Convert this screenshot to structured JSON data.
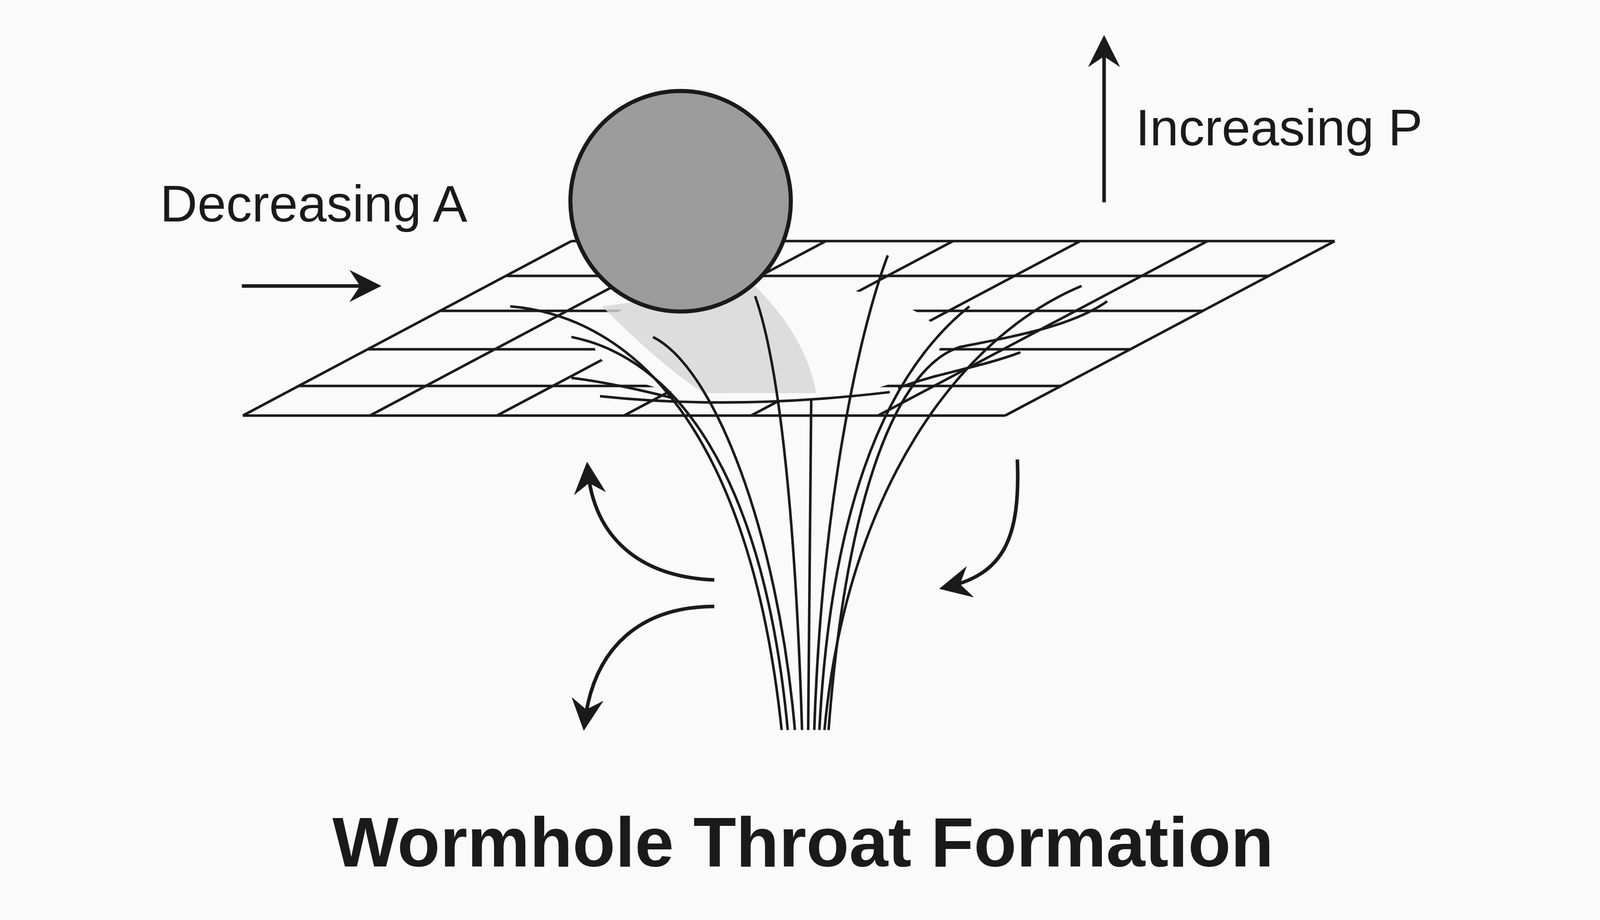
{
  "diagram": {
    "title": "Wormhole Throat Formation",
    "labels": [
      "Decreasing A",
      "Increasing P"
    ]
  }
}
